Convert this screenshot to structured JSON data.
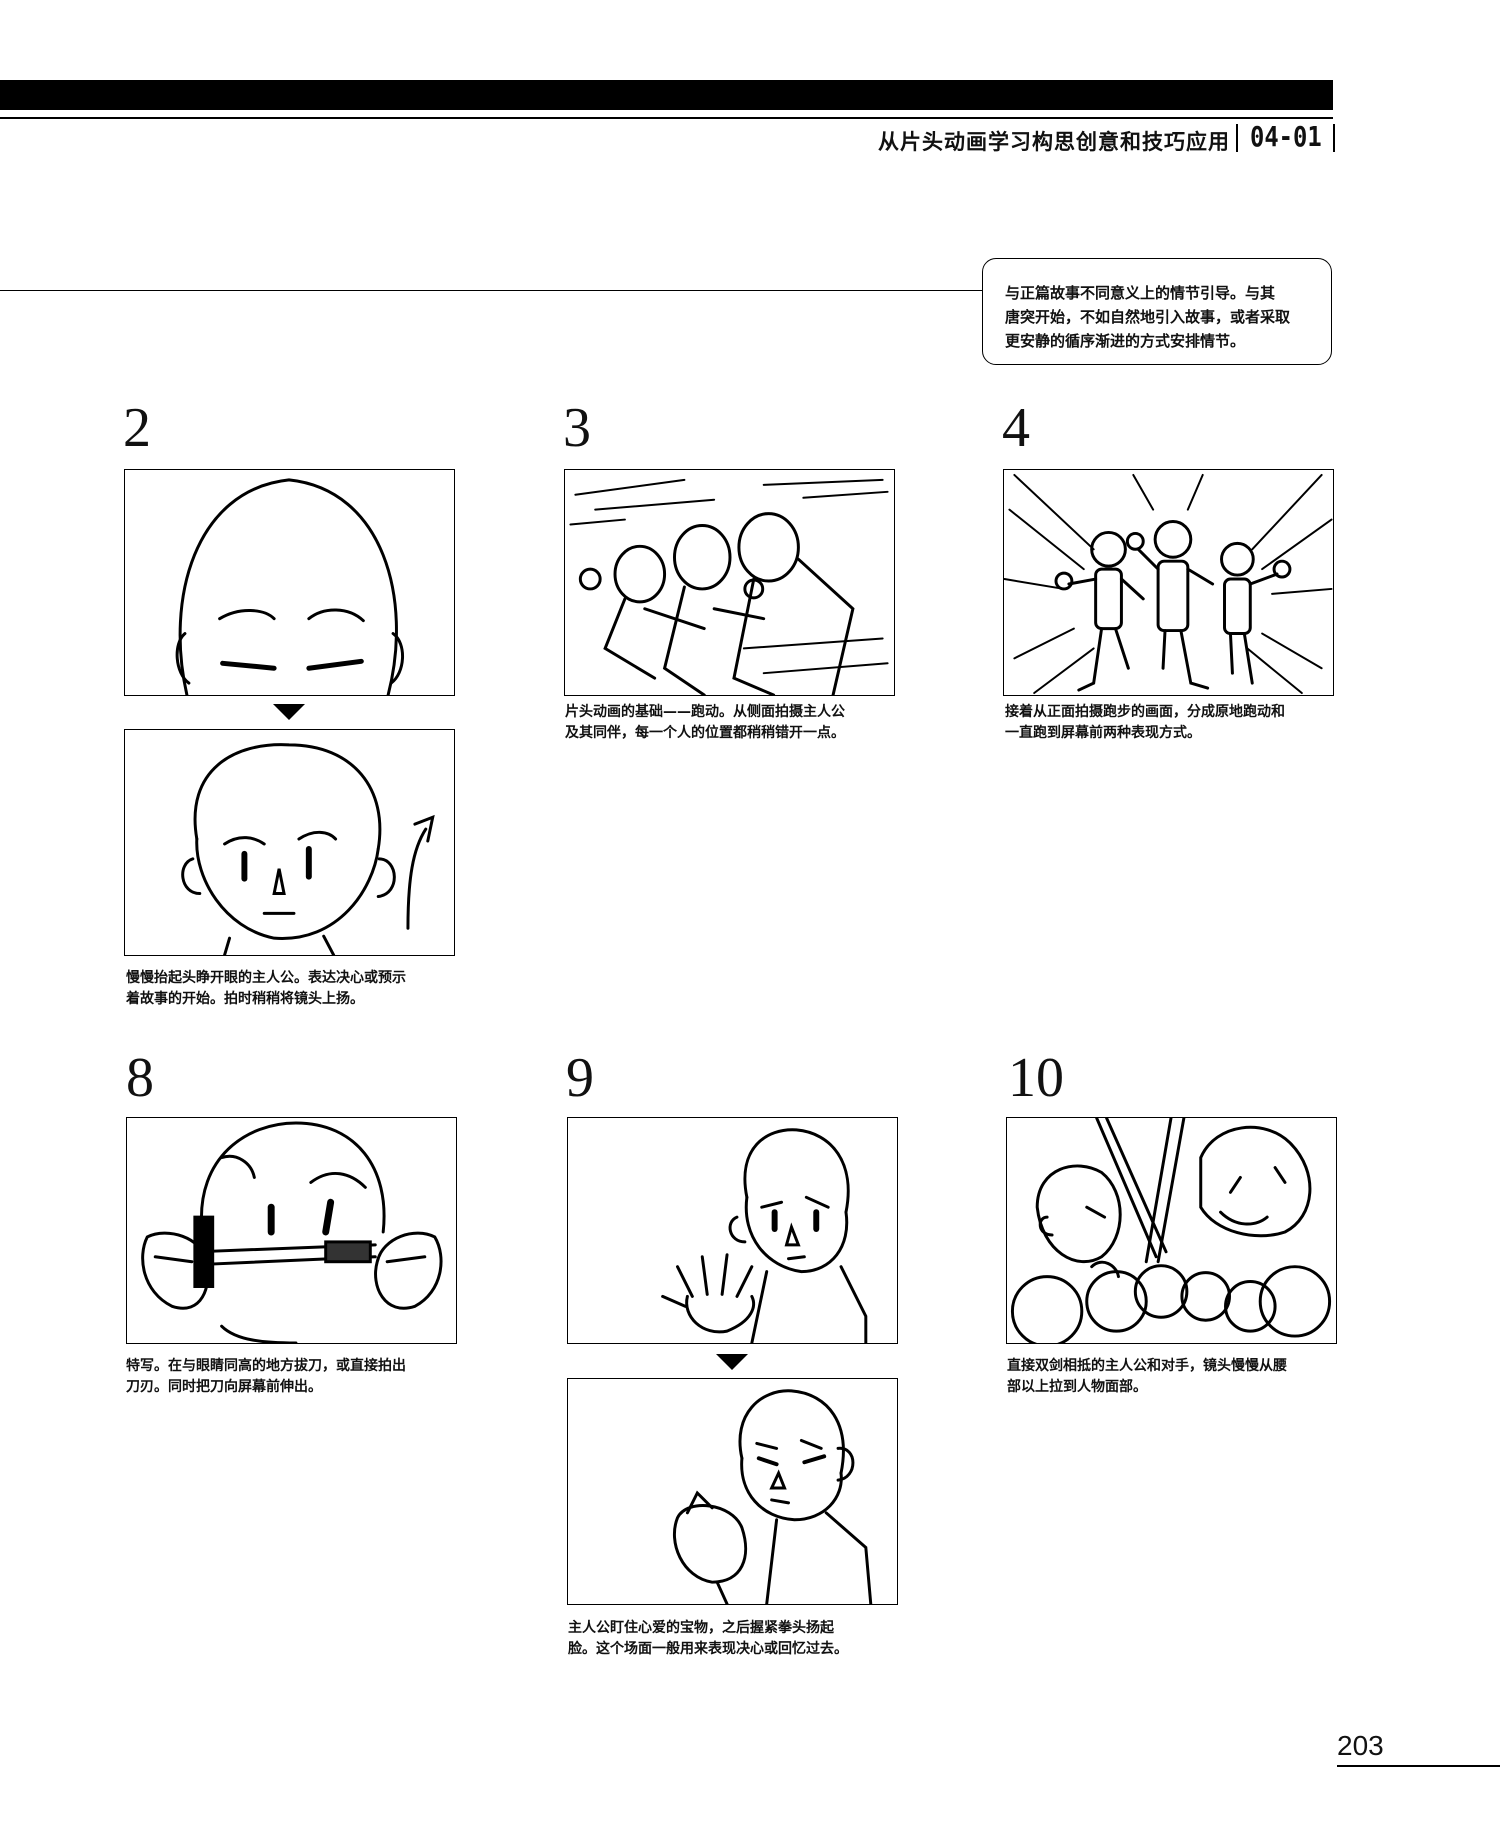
{
  "header": {
    "title": "从片头动画学习构思创意和技巧应用",
    "code": "04-01"
  },
  "callout": {
    "lines": [
      "与正篇故事不同意义上的情节引导。与其",
      "唐突开始，不如自然地引入故事，或者采取",
      "更安静的循序渐进的方式安排情节。"
    ]
  },
  "frames": [
    {
      "number": "2",
      "caption": [
        "慢慢抬起头睁开眼的主人公。表达决心或预示",
        "着故事的开始。拍时稍稍将镜头上扬。"
      ]
    },
    {
      "number": "3",
      "caption": [
        "片头动画的基础——跑动。从侧面拍摄主人公",
        "及其同伴，每一个人的位置都稍稍错开一点。"
      ]
    },
    {
      "number": "4",
      "caption": [
        "接着从正面拍摄跑步的画面，分成原地跑动和",
        "一直跑到屏幕前两种表现方式。"
      ]
    },
    {
      "number": "8",
      "caption": [
        "特写。在与眼睛同高的地方拔刀，或直接拍出",
        "刀刃。同时把刀向屏幕前伸出。"
      ]
    },
    {
      "number": "9",
      "caption": [
        "主人公盯住心爱的宝物，之后握紧拳头扬起",
        "脸。这个场面一般用来表现决心或回忆过去。"
      ]
    },
    {
      "number": "10",
      "caption": [
        "直接双剑相抵的主人公和对手，镜头慢慢从腰",
        "部以上拉到人物面部。"
      ]
    }
  ],
  "page_number": "203"
}
